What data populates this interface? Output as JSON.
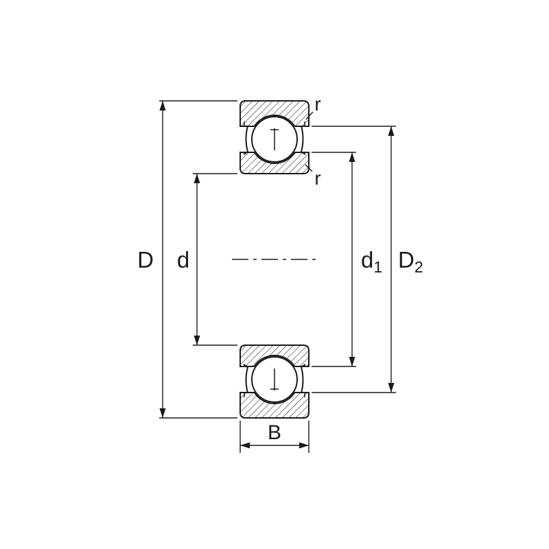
{
  "figure": {
    "kind": "ball-bearing-cross-section-dimension-diagram",
    "background_color": "#ffffff",
    "line_color": "#1a1a1a",
    "labels": {
      "outer_diameter": "D",
      "bore_diameter": "d",
      "recess_inner_base": "d",
      "recess_inner_sub": "1",
      "recess_outer_base": "D",
      "recess_outer_sub": "2",
      "width": "B",
      "fillet_outer": "r",
      "fillet_inner": "r"
    }
  }
}
